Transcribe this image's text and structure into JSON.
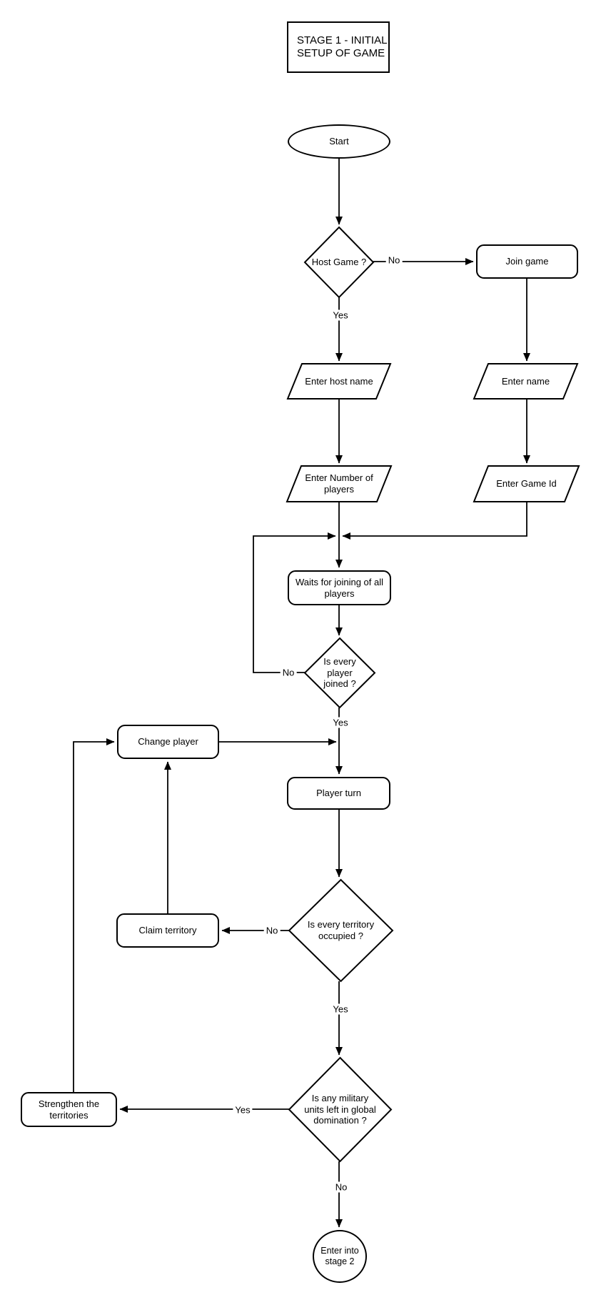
{
  "diagram": {
    "title": "STAGE 1 - INITIAL\nSETUP OF GAME",
    "colors": {
      "stroke": "#000000",
      "fill": "#ffffff",
      "background": "#ffffff"
    },
    "nodes": {
      "start": "Start",
      "host_game": "Host Game ?",
      "join_game": "Join game",
      "enter_host_name": "Enter host name",
      "enter_name": "Enter name",
      "enter_number_of_players": "Enter Number of\nplayers",
      "enter_game_id": "Enter Game Id",
      "waits_for_joining": "Waits for joining of all\nplayers",
      "is_every_player_joined": "Is every\nplayer\njoined ?",
      "change_player": "Change player",
      "player_turn": "Player turn",
      "is_every_territory_occupied": "Is every territory\noccupied ?",
      "claim_territory": "Claim territory",
      "is_any_military_units": "Is any military\nunits left in global\ndomination ?",
      "strengthen_territories": "Strengthen the\nterritories",
      "enter_stage_2": "Enter into\nstage 2"
    },
    "edge_labels": {
      "host_no": "No",
      "host_yes": "Yes",
      "joined_no": "No",
      "joined_yes": "Yes",
      "territory_no": "No",
      "territory_yes": "Yes",
      "military_yes": "Yes",
      "military_no": "No"
    }
  }
}
